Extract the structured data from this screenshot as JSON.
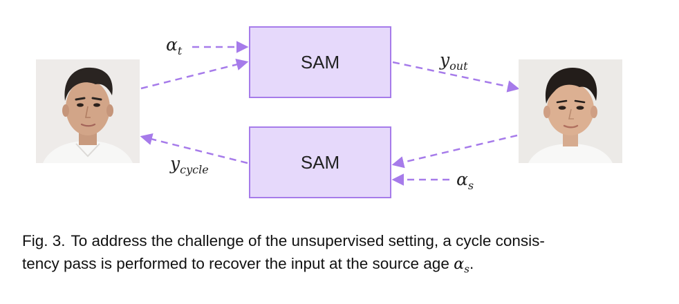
{
  "figure": {
    "boxes": {
      "top_label": "SAM",
      "bottom_label": "SAM"
    },
    "labels": {
      "alpha_t": {
        "base": "α",
        "sub": "t"
      },
      "y_out": {
        "base": "y",
        "sub": "out"
      },
      "y_cycle": {
        "base": "y",
        "sub": "cycle"
      },
      "alpha_s": {
        "base": "α",
        "sub": "s"
      }
    },
    "colors": {
      "box_fill": "#e6d9fb",
      "box_border": "#a67bea",
      "arrow": "#a67bea"
    },
    "images": {
      "input": "input-face-portrait",
      "output": "aged-output-face-portrait"
    }
  },
  "caption": {
    "label": "Fig. 3.",
    "text_line1": "To address the challenge of the unsupervised setting, a cycle consis-",
    "text_line2_pre": "tency pass is performed to recover the input at the source age ",
    "math_base": "α",
    "math_sub": "s",
    "text_end": "."
  }
}
